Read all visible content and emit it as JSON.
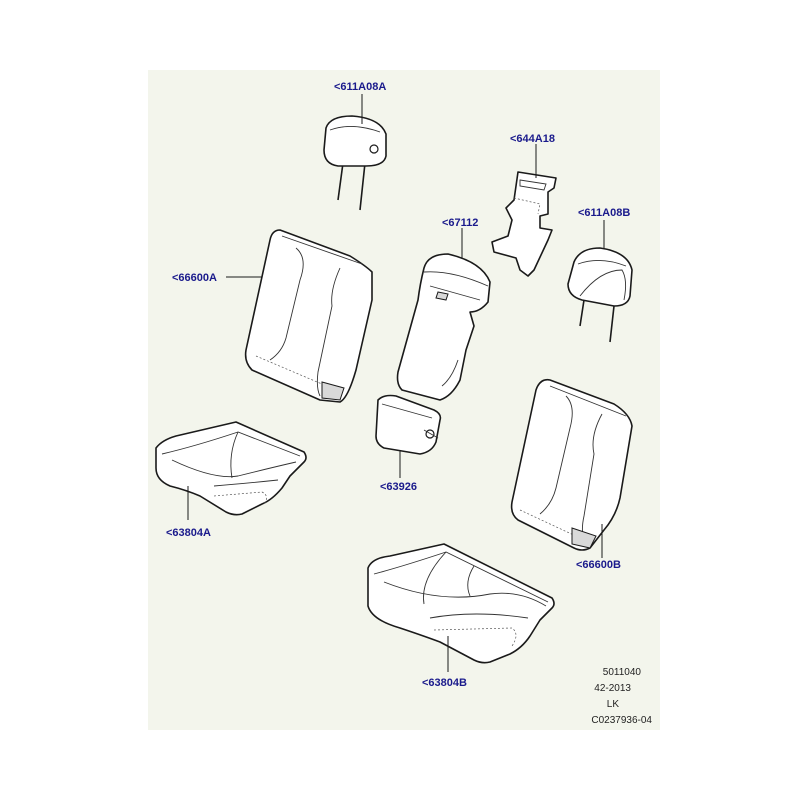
{
  "callouts": {
    "headrest_a": "<611A08A",
    "cover_frame": "<644A18",
    "armrest_top": "<67112",
    "headrest_b": "<611A08B",
    "back_a": "<66600A",
    "armrest_cover": "<63926",
    "cushion_a": "<63804A",
    "back_b": "<66600B",
    "cushion_b": "<63804B"
  },
  "info": {
    "line1": "5011040",
    "line2": "42-2013",
    "line3": "LK",
    "line4": "C0237936-04"
  },
  "colors": {
    "background": "#f3f5ec",
    "callout_text": "#1a1a8c",
    "outline": "#1a1a1a"
  }
}
